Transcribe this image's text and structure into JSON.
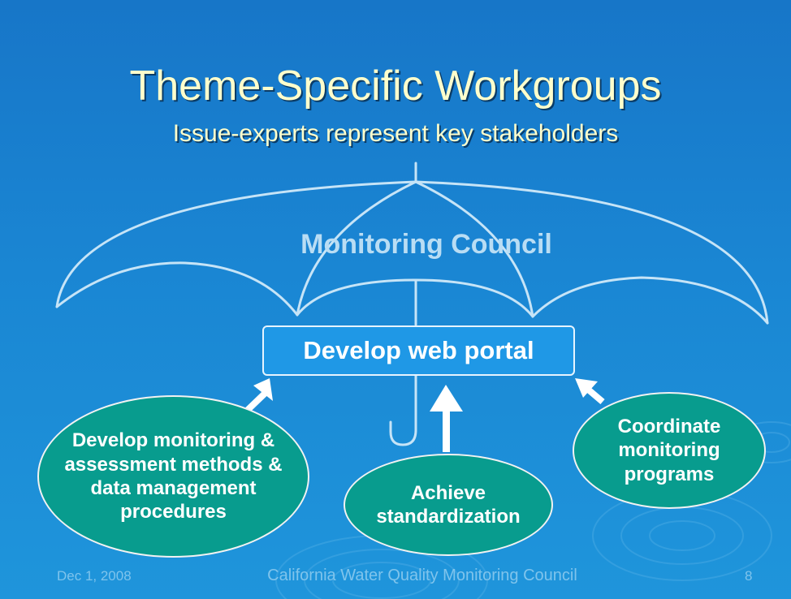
{
  "slide": {
    "title": "Theme-Specific Workgroups",
    "subtitle": "Issue-experts represent key stakeholders"
  },
  "umbrella": {
    "label": "Monitoring Council"
  },
  "portal": {
    "label": "Develop web portal"
  },
  "workgroups": {
    "methods": "Develop monitoring & assessment methods & data management procedures",
    "standardization": "Achieve standardization",
    "coordinate": "Coordinate monitoring programs"
  },
  "footer": {
    "date": "Dec 1, 2008",
    "organization": "California Water Quality Monitoring Council",
    "page": "8"
  },
  "colors": {
    "background": "#1a86d3",
    "title_text": "#ffffcc",
    "ellipse_fill": "#089c8e",
    "portal_fill": "#1f98e6",
    "umbrella_stroke": "#c6e4f7"
  }
}
